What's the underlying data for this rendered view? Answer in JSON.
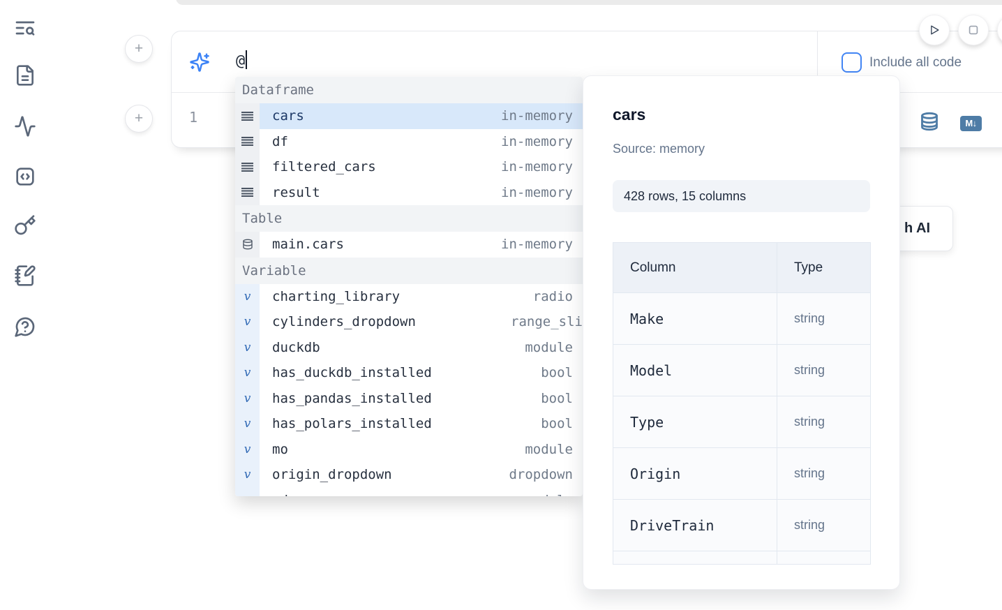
{
  "sidebar": {
    "items": [
      {
        "icon": "text-search-icon"
      },
      {
        "icon": "file-text-icon"
      },
      {
        "icon": "activity-icon"
      },
      {
        "icon": "code-square-icon"
      },
      {
        "icon": "key-icon"
      },
      {
        "icon": "notebook-pen-icon"
      },
      {
        "icon": "help-bubble-icon"
      }
    ]
  },
  "prompt": {
    "value": "@",
    "include_all_code_label": "Include all code"
  },
  "cell": {
    "line_number": "1",
    "markdown_badge": "M↓"
  },
  "ai_button": {
    "visible_label": "h AI"
  },
  "autocomplete": {
    "sections": [
      {
        "label": "Dataframe",
        "items": [
          {
            "name": "cars",
            "type": "in-memory",
            "icon": "dataframe-icon",
            "selected": true
          },
          {
            "name": "df",
            "type": "in-memory",
            "icon": "dataframe-icon"
          },
          {
            "name": "filtered_cars",
            "type": "in-memory",
            "icon": "dataframe-icon"
          },
          {
            "name": "result",
            "type": "in-memory",
            "icon": "dataframe-icon"
          }
        ]
      },
      {
        "label": "Table",
        "items": [
          {
            "name": "main.cars",
            "type": "in-memory",
            "icon": "table-icon"
          }
        ]
      },
      {
        "label": "Variable",
        "items": [
          {
            "name": "charting_library",
            "type": "radio",
            "icon": "variable-icon"
          },
          {
            "name": "cylinders_dropdown",
            "type": "range_sli",
            "icon": "variable-icon"
          },
          {
            "name": "duckdb",
            "type": "module",
            "icon": "variable-icon"
          },
          {
            "name": "has_duckdb_installed",
            "type": "bool",
            "icon": "variable-icon"
          },
          {
            "name": "has_pandas_installed",
            "type": "bool",
            "icon": "variable-icon"
          },
          {
            "name": "has_polars_installed",
            "type": "bool",
            "icon": "variable-icon"
          },
          {
            "name": "mo",
            "type": "module",
            "icon": "variable-icon"
          },
          {
            "name": "origin_dropdown",
            "type": "dropdown",
            "icon": "variable-icon"
          },
          {
            "name": "pd",
            "type": "module",
            "icon": "variable-icon"
          }
        ]
      }
    ]
  },
  "preview": {
    "title": "cars",
    "source": "Source: memory",
    "shape_badge": "428 rows, 15 columns",
    "table": {
      "headers": [
        "Column",
        "Type"
      ],
      "rows": [
        {
          "column": "Make",
          "type": "string"
        },
        {
          "column": "Model",
          "type": "string"
        },
        {
          "column": "Type",
          "type": "string"
        },
        {
          "column": "Origin",
          "type": "string"
        },
        {
          "column": "DriveTrain",
          "type": "string"
        },
        {
          "column": "",
          "type": ""
        }
      ]
    }
  },
  "colors": {
    "accent_blue": "#3b82f6",
    "checkbox_blue": "#4285f4",
    "selection_blue": "#d8e8fa",
    "icon_slate": "#5b6779",
    "steel_blue": "#4e7ca6",
    "muted_text": "#64748b"
  }
}
